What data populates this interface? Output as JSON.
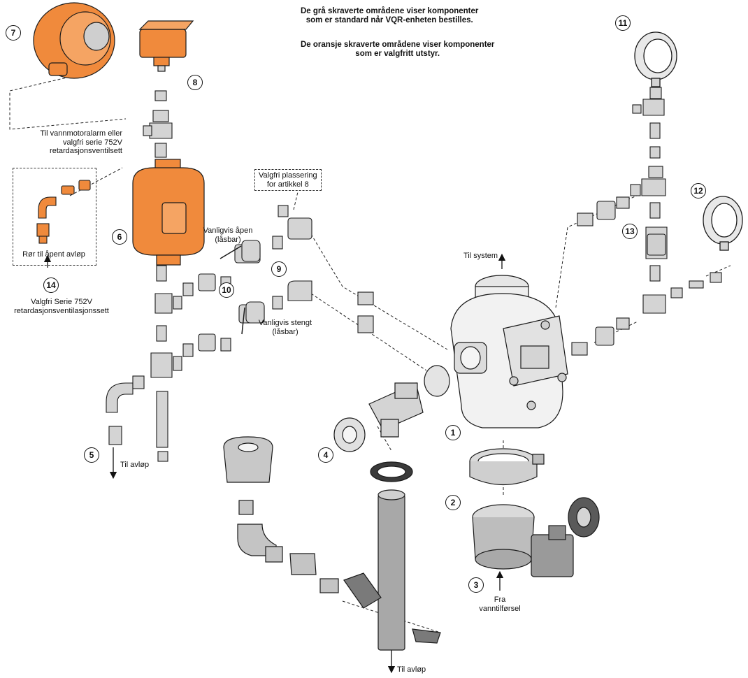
{
  "notes": {
    "standard_line1": "De grå skraverte områdene viser komponenter",
    "standard_line2": "som er standard når VQR-enheten bestilles.",
    "optional_line1": "De oransje skraverte områdene viser komponenter",
    "optional_line2": "som er valgfritt utstyr."
  },
  "labels": {
    "water_motor_line1": "Til vannmotoralarm eller",
    "water_motor_line2": "valgfri serie 752V",
    "water_motor_line3": "retardasjonsventilsett",
    "open_drain_pipe": "Rør til åpent avløp",
    "kit_line1": "Valgfri Serie 752V",
    "kit_line2": "retardasjonsventilasjonssett",
    "alt_position_line1": "Valgfri plassering",
    "alt_position_line2": "for artikkel 8",
    "normally_open_line1": "Vanligvis åpen",
    "normally_open_line2": "(låsbar)",
    "normally_closed_line1": "Vanligvis stengt",
    "normally_closed_line2": "(låsbar)",
    "to_system": "Til system",
    "to_drain_left": "Til avløp",
    "to_drain_bottom": "Til avløp",
    "from_supply_line1": "Fra",
    "from_supply_line2": "vanntilførsel"
  },
  "callouts": [
    "1",
    "2",
    "3",
    "4",
    "5",
    "6",
    "7",
    "8",
    "9",
    "10",
    "11",
    "12",
    "13",
    "14"
  ],
  "colors": {
    "standard_fill": "#d4d4d4",
    "optional_fill": "#f08a3c",
    "outline": "#1a1a1a"
  }
}
